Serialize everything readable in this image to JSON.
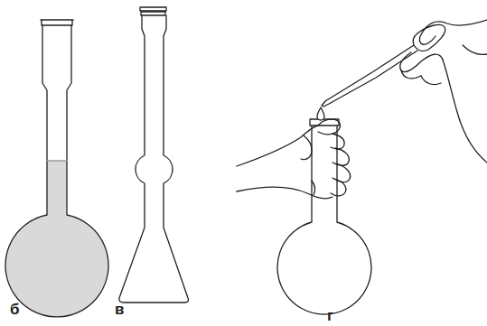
{
  "diagram": {
    "labels": [
      "б",
      "в",
      "г"
    ]
  }
}
